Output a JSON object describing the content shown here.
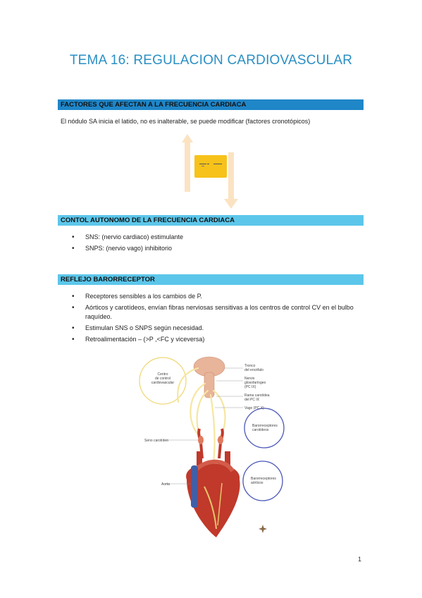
{
  "title": "TEMA 16: REGULACION CARDIOVASCULAR",
  "section1": {
    "heading": "FACTORES QUE AFECTAN A LA FRECUENCIA CARDIACA",
    "text": "El nódulo SA inicia el latido, no es inalterable, se puede modificar (factores cronotópicos)"
  },
  "section2": {
    "heading": "CONTOL AUTONOMO DE LA FRECUENCIA CARDIACA",
    "items": [
      "SNS: (nervio cardiaco) estimulante",
      "SNPS: (nervio vago) inhibitorio"
    ]
  },
  "section3": {
    "heading": "REFLEJO BARORRECEPTOR",
    "items": [
      "Receptores sensibles a los cambios de P.",
      "Aórticos y carotídeos, envían fibras nerviosas sensitivas a los centros de control CV en el bulbo raquídeo.",
      "Estimulan SNS o SNPS según necesidad.",
      "Retroalimentación – (>P ,<FC y viceversa)"
    ]
  },
  "figure": {
    "labels": {
      "centro": [
        "Centro",
        "de control",
        "cardiovascular"
      ],
      "tronco": [
        "Tronco",
        "del encéfalo"
      ],
      "nervio": [
        "Nervio",
        "glosofaríngeo",
        "(PC IX)"
      ],
      "rama": [
        "Rama carotídea",
        "del PC IX"
      ],
      "vago": "Vago (PC X)",
      "baro_car": [
        "Barorreceptores",
        "carotídeos"
      ],
      "seno": "Seno carotídeo",
      "aorta": "Aorta",
      "baro_aor": [
        "Barorreceptores",
        "aórticos"
      ]
    }
  },
  "page_number": "1",
  "colors": {
    "title": "#2a8fc4",
    "bar_dark": "#1f86c8",
    "bar_light": "#5cc6ea",
    "arrow": "#fbe3c2",
    "box": "#f7c21a"
  }
}
